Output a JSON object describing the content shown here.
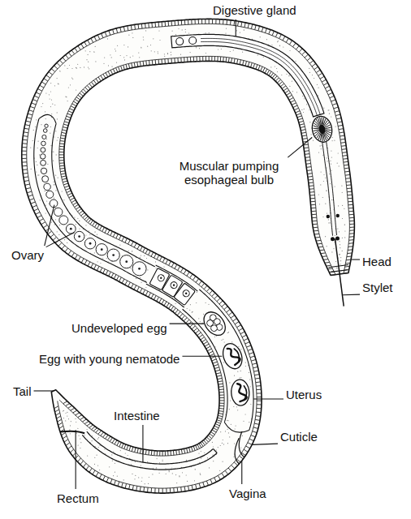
{
  "diagram": {
    "labels": [
      "Digestive gland",
      "Muscular pumping esophageal bulb",
      "Head",
      "Stylet",
      "Ovary",
      "Undeveloped egg",
      "Egg with young nematode",
      "Uterus",
      "Cuticle",
      "Tail",
      "Intestine",
      "Vagina",
      "Rectum"
    ]
  }
}
